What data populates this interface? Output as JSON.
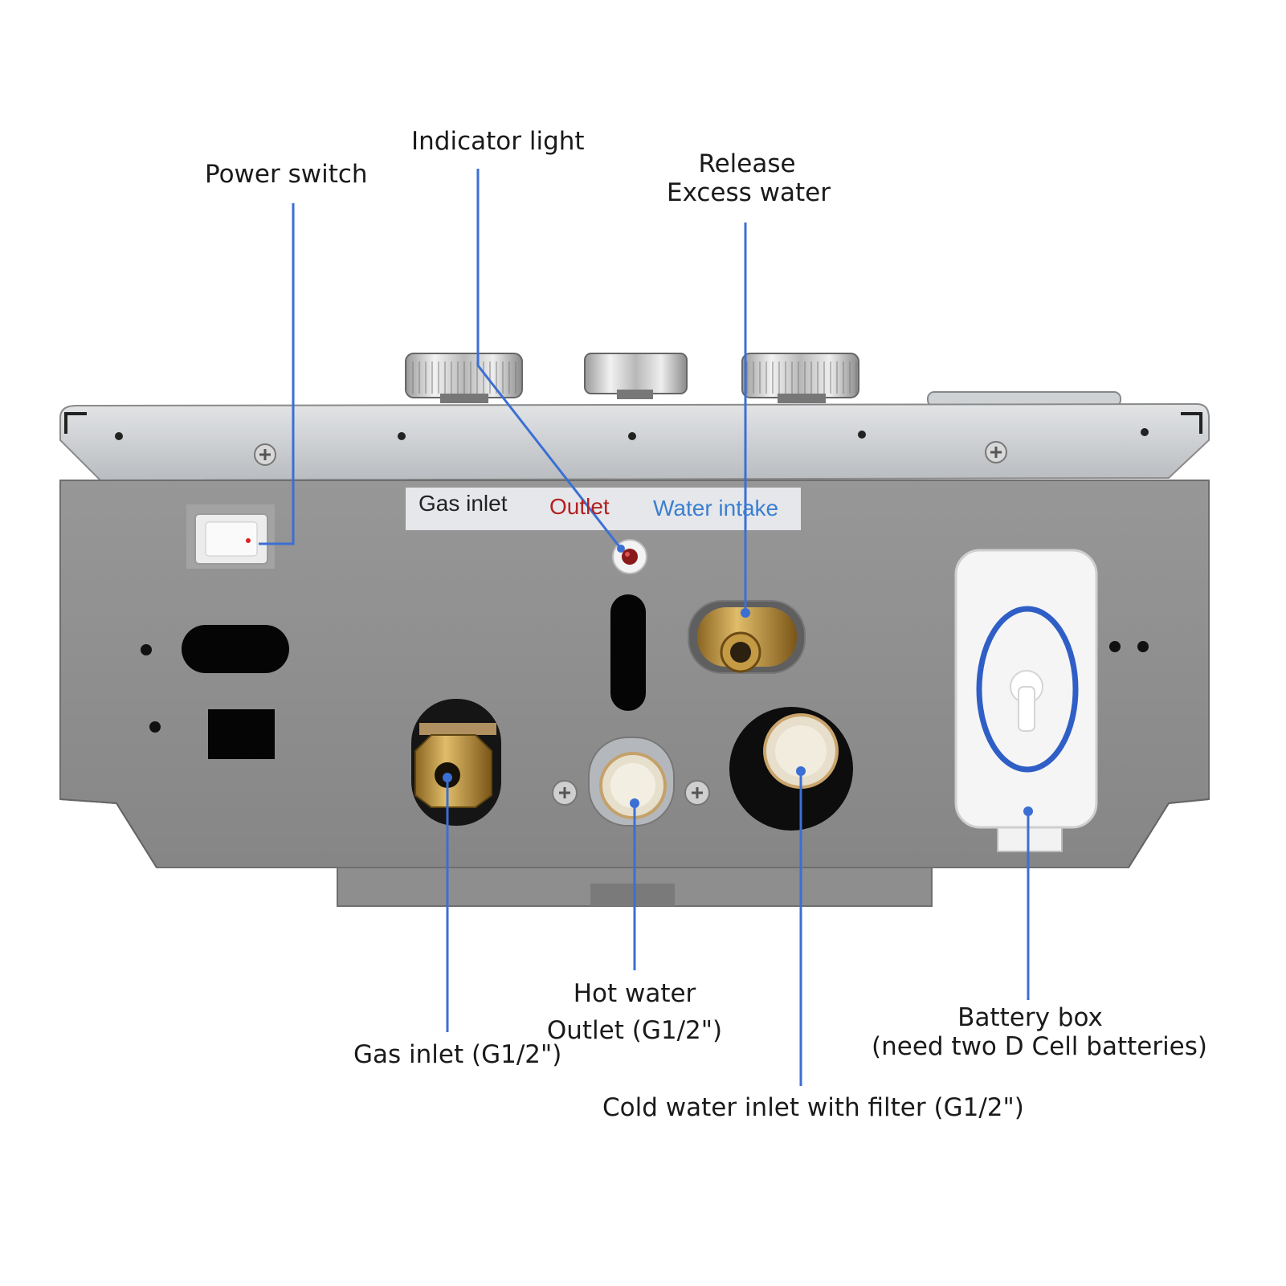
{
  "labels": {
    "power_switch": "Power switch",
    "indicator_light": "Indicator light",
    "release_line1": "Release",
    "release_line2": "Excess water",
    "hot_water_line1": "Hot water",
    "hot_water_line2": "Outlet (G1/2\")",
    "gas_inlet": "Gas inlet (G1/2\")",
    "battery_line1": "Battery box",
    "battery_line2": "(need two D Cell batteries)",
    "cold_water": "Cold water inlet  with filter (G1/2\")"
  },
  "panel_strip": {
    "gas": "Gas inlet",
    "outlet": "Outlet",
    "water": "Water intake"
  },
  "colors": {
    "leader": "#3b6fd4",
    "body": "#8c8c8c",
    "top_plate": "#c9cbce",
    "outlet_text": "#b22222",
    "water_text": "#3a7fd0",
    "brass": "#c49a3c",
    "battery_ring": "#2f5fc6"
  }
}
